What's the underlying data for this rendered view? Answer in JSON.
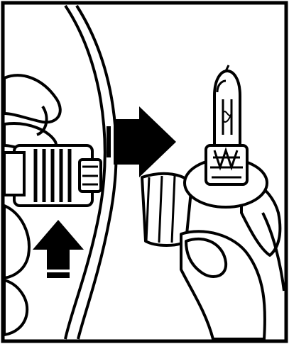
{
  "figure": {
    "kind": "line-art illustration",
    "colors": {
      "line": "#000000",
      "background": "#ffffff"
    },
    "arrows": [
      {
        "name": "disconnect-arrow",
        "direction": "right"
      },
      {
        "name": "push-arrow",
        "direction": "up"
      }
    ]
  }
}
